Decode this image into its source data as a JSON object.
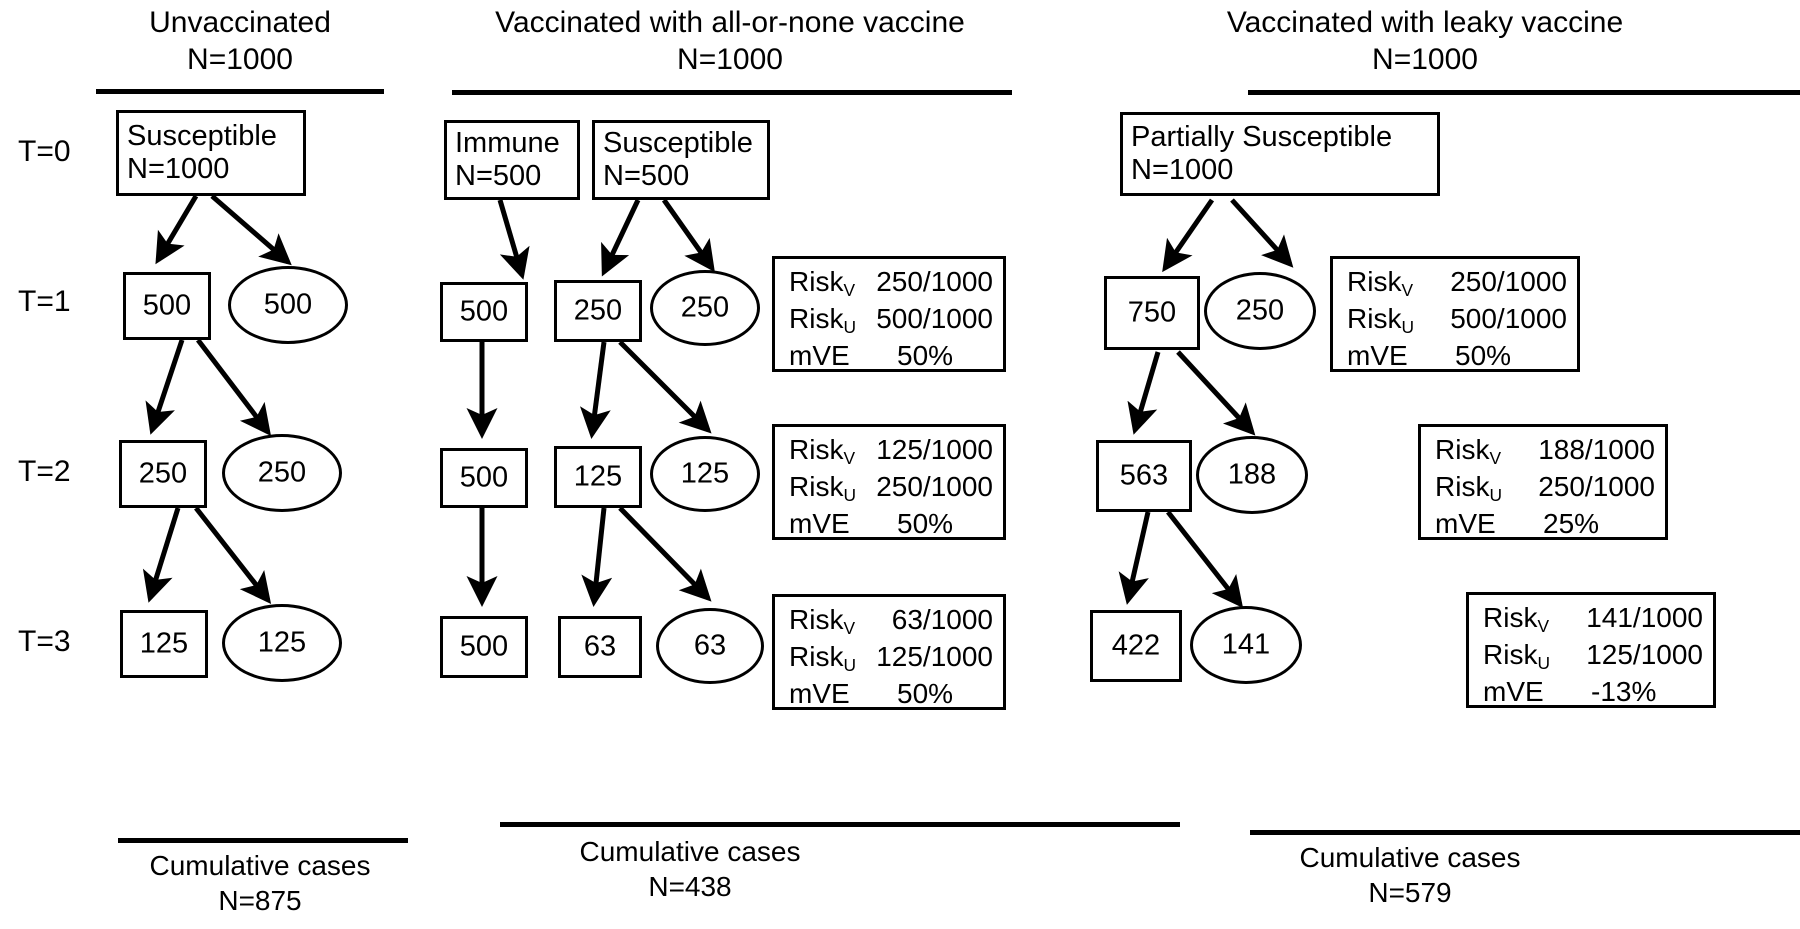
{
  "panels": [
    {
      "id": "unvaccinated",
      "title_line1": "Unvaccinated",
      "title_line2": "N=1000",
      "root": {
        "line1": "Susceptible",
        "line2": "N=1000"
      },
      "rows": [
        {
          "time": "T=1",
          "box": "500",
          "ellipse": "500"
        },
        {
          "time": "T=2",
          "box": "250",
          "ellipse": "250"
        },
        {
          "time": "T=3",
          "box": "125",
          "ellipse": "125"
        }
      ],
      "footer_line1": "Cumulative cases",
      "footer_line2": "N=875"
    },
    {
      "id": "all-or-none",
      "title_line1": "Vaccinated with all-or-none vaccine",
      "title_line2": "N=1000",
      "root_immune": {
        "line1": "Immune",
        "line2": "N=500"
      },
      "root_susceptible": {
        "line1": "Susceptible",
        "line2": "N=500"
      },
      "rows": [
        {
          "time": "T=1",
          "immune": "500",
          "box": "250",
          "ellipse": "250"
        },
        {
          "time": "T=2",
          "immune": "500",
          "box": "125",
          "ellipse": "125"
        },
        {
          "time": "T=3",
          "immune": "500",
          "box": "63",
          "ellipse": "63"
        }
      ],
      "risk_boxes": [
        {
          "risk_v_label": "Risk",
          "risk_v_sub": "V",
          "risk_v": "250/1000",
          "risk_u_label": "Risk",
          "risk_u_sub": "U",
          "risk_u": "500/1000",
          "mve_label": "mVE",
          "mve": "50%"
        },
        {
          "risk_v_label": "Risk",
          "risk_v_sub": "V",
          "risk_v": "125/1000",
          "risk_u_label": "Risk",
          "risk_u_sub": "U",
          "risk_u": "250/1000",
          "mve_label": "mVE",
          "mve": "50%"
        },
        {
          "risk_v_label": "Risk",
          "risk_v_sub": "V",
          "risk_v": "63/1000",
          "risk_u_label": "Risk",
          "risk_u_sub": "U",
          "risk_u": "125/1000",
          "mve_label": "mVE",
          "mve": "50%"
        }
      ],
      "footer_line1": "Cumulative cases",
      "footer_line2": "N=438"
    },
    {
      "id": "leaky",
      "title_line1": "Vaccinated with leaky vaccine",
      "title_line2": "N=1000",
      "root": {
        "line1": "Partially Susceptible",
        "line2": "N=1000"
      },
      "rows": [
        {
          "time": "T=1",
          "box": "750",
          "ellipse": "250"
        },
        {
          "time": "T=2",
          "box": "563",
          "ellipse": "188"
        },
        {
          "time": "T=3",
          "box": "422",
          "ellipse": "141"
        }
      ],
      "risk_boxes": [
        {
          "risk_v_label": "Risk",
          "risk_v_sub": "V",
          "risk_v": "250/1000",
          "risk_u_label": "Risk",
          "risk_u_sub": "U",
          "risk_u": "500/1000",
          "mve_label": "mVE",
          "mve": "50%"
        },
        {
          "risk_v_label": "Risk",
          "risk_v_sub": "V",
          "risk_v": "188/1000",
          "risk_u_label": "Risk",
          "risk_u_sub": "U",
          "risk_u": "250/1000",
          "mve_label": "mVE",
          "mve": "25%"
        },
        {
          "risk_v_label": "Risk",
          "risk_v_sub": "V",
          "risk_v": "141/1000",
          "risk_u_label": "Risk",
          "risk_u_sub": "U",
          "risk_u": "125/1000",
          "mve_label": "mVE",
          "mve": "-13%"
        }
      ],
      "footer_line1": "Cumulative cases",
      "footer_line2": "N=579"
    }
  ],
  "time_labels": [
    "T=0",
    "T=1",
    "T=2",
    "T=3"
  ],
  "colors": {
    "ink": "#000000",
    "paper": "#ffffff"
  }
}
